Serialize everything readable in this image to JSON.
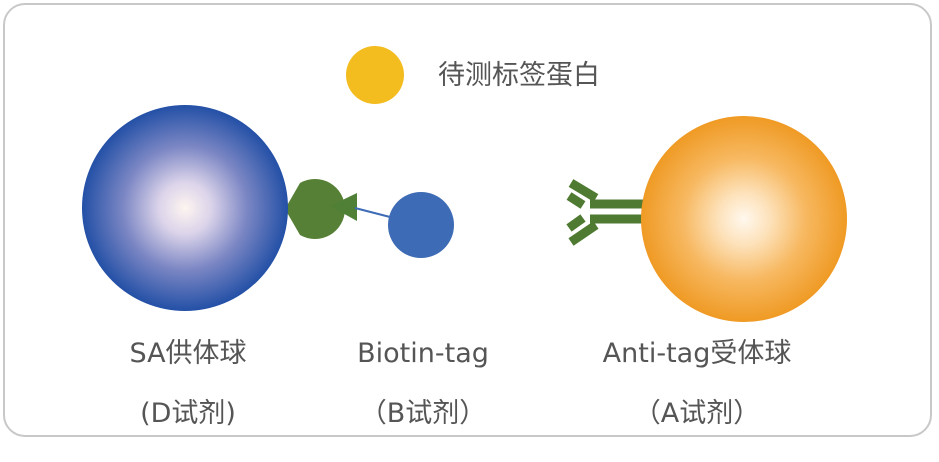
{
  "legend": {
    "text": "待测标签蛋白",
    "color": "#f3bc1f"
  },
  "components": [
    {
      "id": "donor-bead",
      "name": "SA供体球",
      "reagent": "(D试剂)",
      "color": "#2f56a7"
    },
    {
      "id": "biotin-tag",
      "name": "Biotin-tag",
      "reagent": "（B试剂）",
      "color": "#3d6bb5"
    },
    {
      "id": "acceptor-bead",
      "name": "Anti-tag受体球",
      "reagent": "（A试剂）",
      "color": "#f19a27"
    }
  ],
  "colors": {
    "streptavidin": "#568035",
    "antibody": "#4f7a31",
    "frame_border": "#c8c8c8",
    "text": "#555555"
  }
}
